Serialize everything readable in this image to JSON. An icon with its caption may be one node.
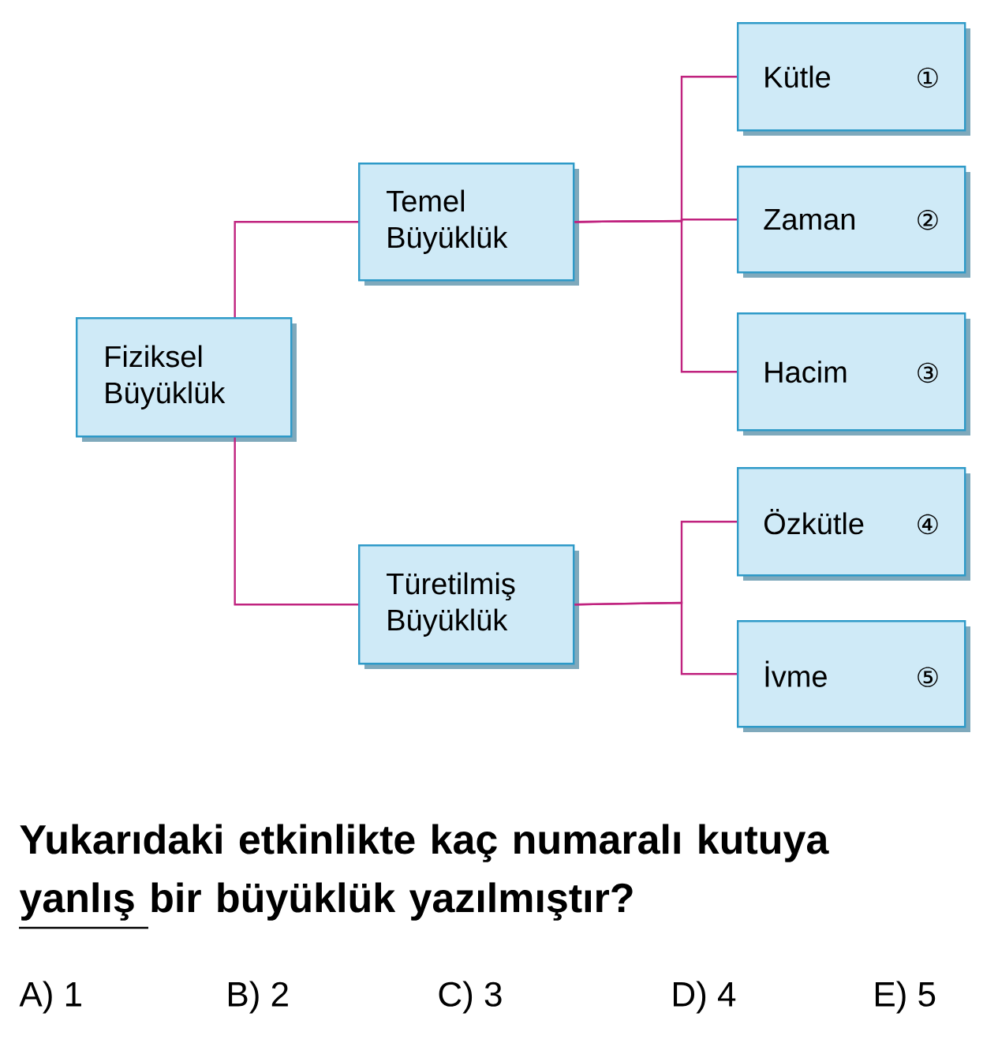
{
  "diagram": {
    "nodes": [
      {
        "text": [
          "Fiziksel Büyüklük"
        ]
      },
      {
        "text": [
          "Temel Büyüklük"
        ]
      },
      {
        "text": [
          "Türetilmiş Büyüklük"
        ]
      },
      {
        "text": [
          "Kütle",
          "①"
        ]
      },
      {
        "text": [
          "Zaman",
          "②"
        ]
      },
      {
        "text": [
          "Hacim",
          "③"
        ]
      },
      {
        "text": [
          "Özkütle",
          "④"
        ]
      },
      {
        "text": [
          "İvme",
          "⑤"
        ]
      }
    ],
    "edges": [
      {
        "from": 0,
        "to": 1,
        "arrow": "none"
      },
      {
        "from": 0,
        "to": 2,
        "arrow": "none"
      },
      {
        "from": 1,
        "to": 3,
        "arrow": "none"
      },
      {
        "from": 1,
        "to": 4,
        "arrow": "none"
      },
      {
        "from": 1,
        "to": 5,
        "arrow": "none"
      },
      {
        "from": 2,
        "to": 6,
        "arrow": "none"
      },
      {
        "from": 2,
        "to": 7,
        "arrow": "none"
      }
    ],
    "labels": [
      "Yukarıdaki etkinlikte kaç numaralı kutuya yanlış bir büyüklük yazılmıştır?",
      "A) 1",
      "B) 2",
      "C) 3",
      "D) 4",
      "E) 5"
    ]
  }
}
